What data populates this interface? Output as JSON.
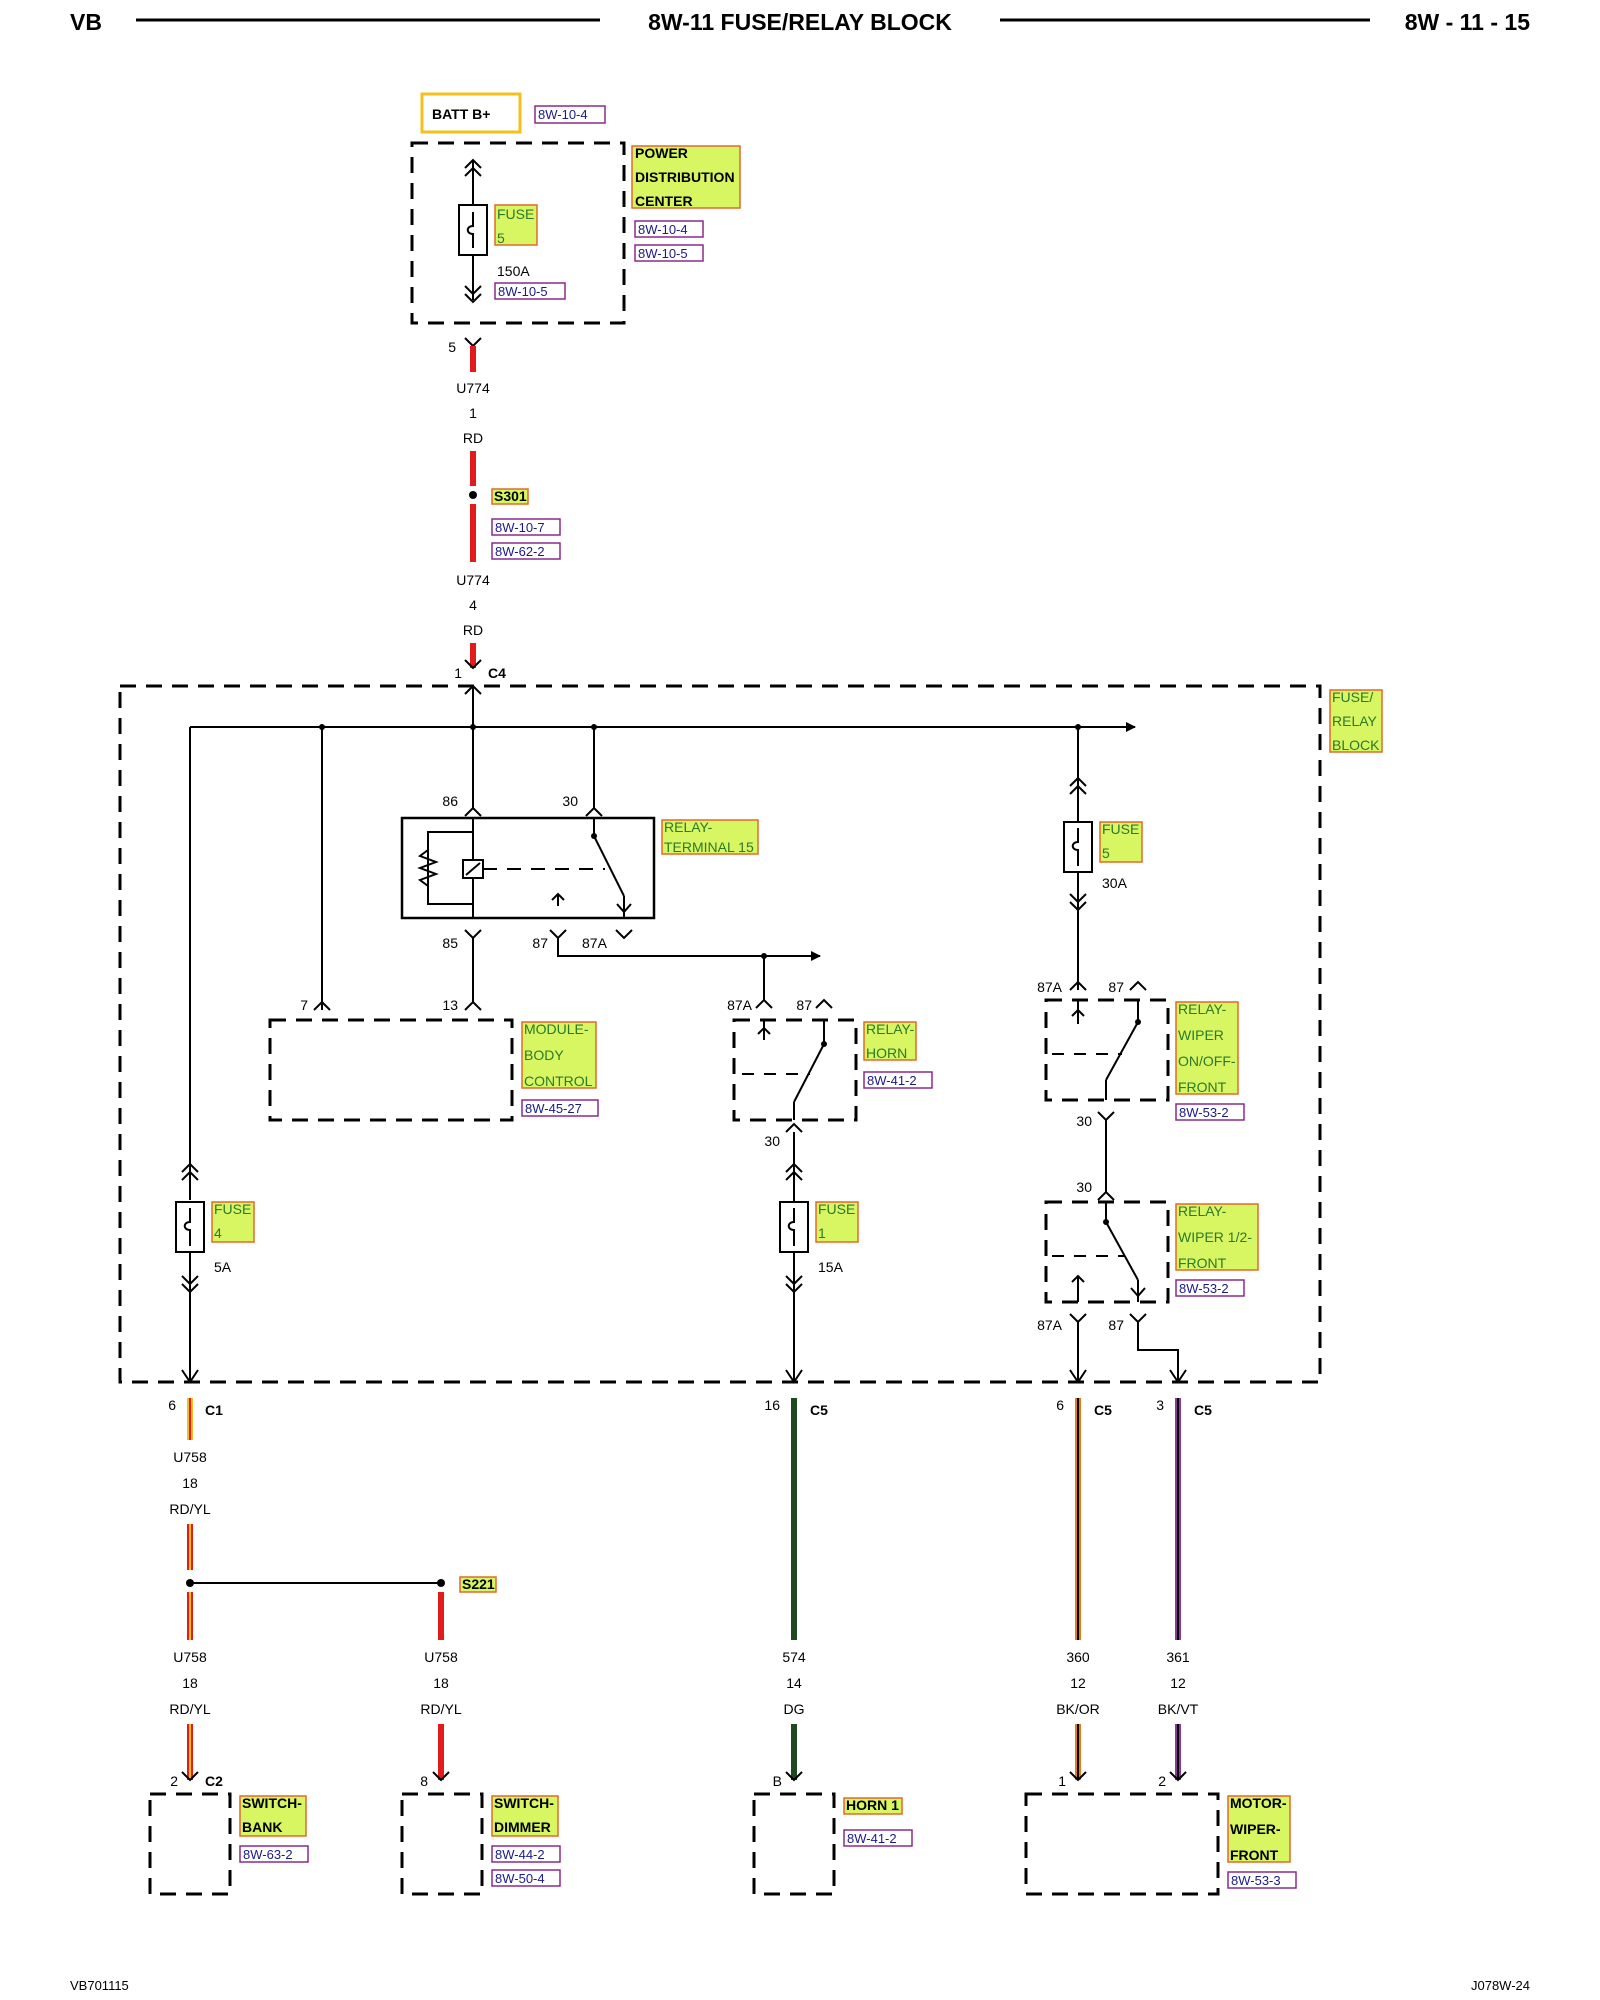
{
  "header": {
    "left": "VB",
    "title": "8W-11 FUSE/RELAY BLOCK",
    "page": "8W - 11 - 15"
  },
  "footer": {
    "left": "VB701115",
    "right": "J078W-24"
  },
  "colors": {
    "rd": "#e31b1b",
    "yl": "#f2c21a",
    "dg": "#1f4a1f",
    "or": "#e87a1a",
    "vt": "#8a3a9a",
    "highlight": "#d8f562"
  },
  "batt": {
    "label": "BATT B+",
    "ref": "8W-10-4"
  },
  "pdc": {
    "label1": "POWER",
    "label2": "DISTRIBUTION",
    "label3": "CENTER",
    "ref1": "8W-10-4",
    "ref2": "8W-10-5",
    "fuse_label1": "FUSE",
    "fuse_label2": "5",
    "rating": "150A",
    "fuse_ref": "8W-10-5"
  },
  "wire_top1": {
    "pin": "5",
    "circuit": "U774",
    "gauge": "1",
    "color": "RD"
  },
  "splice_s301": {
    "name": "S301",
    "ref1": "8W-10-7",
    "ref2": "8W-62-2"
  },
  "wire_top2": {
    "circuit": "U774",
    "gauge": "4",
    "color": "RD",
    "pin": "1",
    "connector": "C4"
  },
  "frb": {
    "label1": "FUSE/",
    "label2": "RELAY",
    "label3": "BLOCK"
  },
  "relay15": {
    "label1": "RELAY-",
    "label2": "TERMINAL 15",
    "p86": "86",
    "p30": "30",
    "p85": "85",
    "p87": "87",
    "p87a": "87A"
  },
  "bcm": {
    "label1": "MODULE-",
    "label2": "BODY",
    "label3": "CONTROL",
    "ref": "8W-45-27",
    "p7": "7",
    "p13": "13"
  },
  "horn_relay": {
    "label1": "RELAY-",
    "label2": "HORN",
    "ref": "8W-41-2",
    "p87a": "87A",
    "p87": "87",
    "p30": "30"
  },
  "fuse5b": {
    "label1": "FUSE",
    "label2": "5",
    "rating": "30A"
  },
  "wiper_onoff": {
    "label1": "RELAY-",
    "label2": "WIPER",
    "label3": "ON/OFF-",
    "label4": "FRONT",
    "ref": "8W-53-2",
    "p87a": "87A",
    "p87": "87",
    "p30": "30"
  },
  "wiper_12": {
    "label1": "RELAY-",
    "label2": "WIPER 1/2-",
    "label3": "FRONT",
    "ref": "8W-53-2",
    "p30": "30",
    "p87a": "87A",
    "p87": "87"
  },
  "fuse4": {
    "label1": "FUSE",
    "label2": "4",
    "rating": "5A"
  },
  "fuse1": {
    "label1": "FUSE",
    "label2": "1",
    "rating": "15A"
  },
  "conn_c1": {
    "pin": "6",
    "name": "C1"
  },
  "conn_c5a": {
    "pin": "16",
    "name": "C5"
  },
  "conn_c5b": {
    "pin": "6",
    "name": "C5"
  },
  "conn_c5c": {
    "pin": "3",
    "name": "C5"
  },
  "wire_u758": {
    "circuit": "U758",
    "gauge": "18",
    "color": "RD/YL"
  },
  "splice_s221": {
    "name": "S221"
  },
  "wire_u758b": {
    "circuit": "U758",
    "gauge": "18",
    "color": "RD/YL"
  },
  "wire_u758c": {
    "circuit": "U758",
    "gauge": "18",
    "color": "RD/YL"
  },
  "wire_574": {
    "circuit": "574",
    "gauge": "14",
    "color": "DG"
  },
  "wire_360": {
    "circuit": "360",
    "gauge": "12",
    "color": "BK/OR"
  },
  "wire_361": {
    "circuit": "361",
    "gauge": "12",
    "color": "BK/VT"
  },
  "switch_bank": {
    "label1": "SWITCH-",
    "label2": "BANK",
    "ref": "8W-63-2",
    "pin": "2",
    "connector": "C2"
  },
  "switch_dimmer": {
    "label1": "SWITCH-",
    "label2": "DIMMER",
    "ref1": "8W-44-2",
    "ref2": "8W-50-4",
    "pin": "8"
  },
  "horn1": {
    "label": "HORN 1",
    "ref": "8W-41-2",
    "pin": "B"
  },
  "motor_wiper": {
    "label1": "MOTOR-",
    "label2": "WIPER-",
    "label3": "FRONT",
    "ref": "8W-53-3",
    "pin1": "1",
    "pin2": "2"
  }
}
